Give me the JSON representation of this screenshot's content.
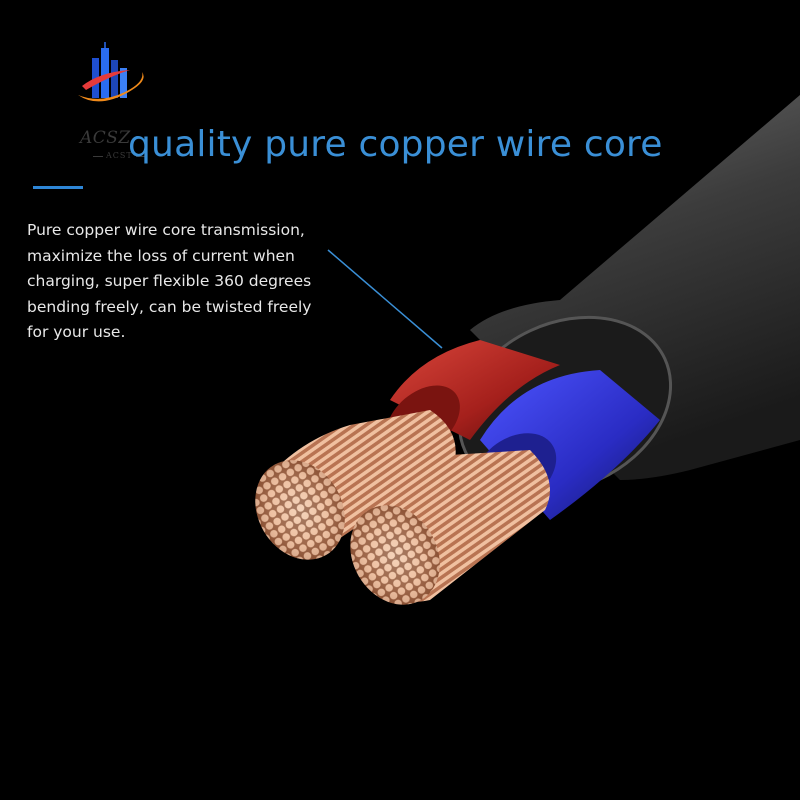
{
  "logo": {
    "icon": "city-skyline-ring-icon",
    "brand": "ACSZ",
    "brand_sub": "ACST"
  },
  "headline": "quality pure copper wire core",
  "description": {
    "lines": [
      "Pure copper wire core transmission,",
      "maximize the loss of current when",
      "charging, super flexible 360 degrees",
      "bending freely, can be twisted freely",
      "for your use."
    ]
  },
  "colors": {
    "background": "#000000",
    "headline": "#3a8fd6",
    "accent": "#2e86d6",
    "sheath": "#3b3b3b",
    "red_insulation": "#b02020",
    "blue_insulation": "#2830c8",
    "copper": "#d99a72"
  }
}
